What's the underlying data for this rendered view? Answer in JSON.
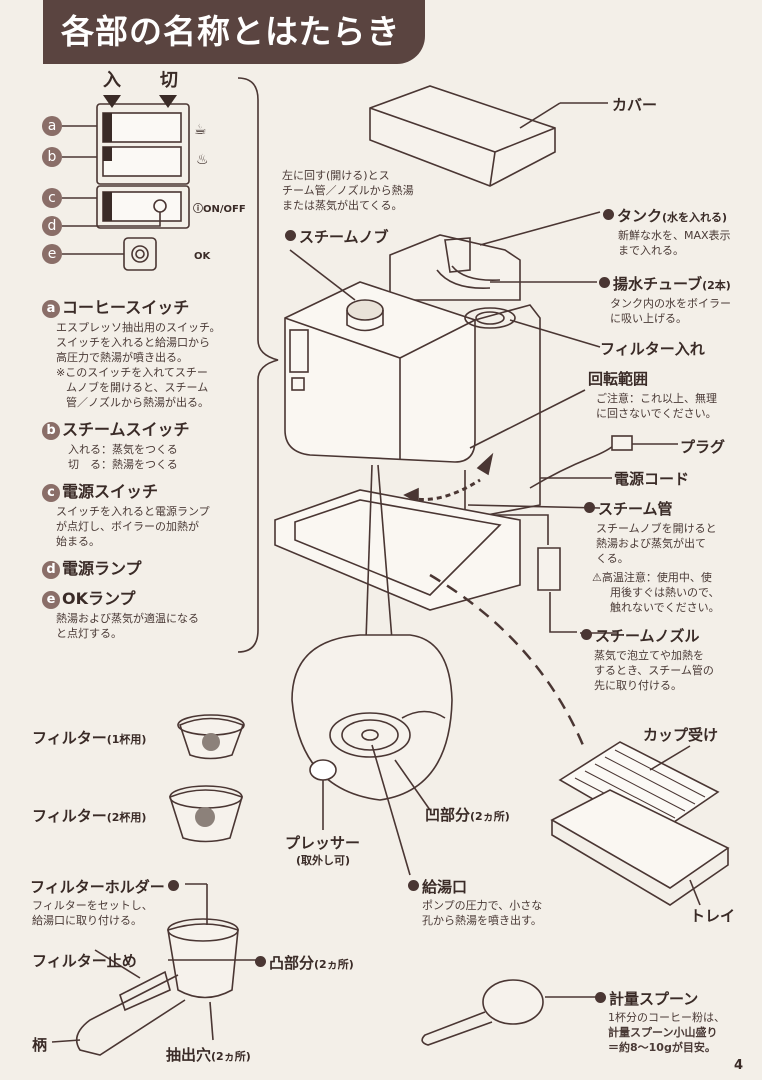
{
  "title": "各部の名称とはたらき",
  "switch_panel": {
    "on_label": "入",
    "off_label": "切",
    "letters": [
      "a",
      "b",
      "c",
      "d",
      "e"
    ],
    "power_label": "ON/OFF",
    "ok_label": "OK"
  },
  "legend": [
    {
      "letter": "a",
      "title": "コーヒースイッチ",
      "lines": [
        "エスプレッソ抽出用のスイッチ。",
        "スイッチを入れると給湯口から",
        "高圧力で熱湯が噴き出る。",
        "※このスイッチを入れてスチー",
        "ムノブを開けると、スチーム",
        "管／ノズルから熱湯が出る。"
      ]
    },
    {
      "letter": "b",
      "title": "スチームスイッチ",
      "lines": [
        "入れる：蒸気をつくる",
        "切　る：熱湯をつくる"
      ]
    },
    {
      "letter": "c",
      "title": "電源スイッチ",
      "lines": [
        "スイッチを入れると電源ランプ",
        "が点灯し、ボイラーの加熱が",
        "始まる。"
      ]
    },
    {
      "letter": "d",
      "title": "電源ランプ",
      "lines": []
    },
    {
      "letter": "e",
      "title": "OKランプ",
      "lines": [
        "熱湯および蒸気が適温になる",
        "と点灯する。"
      ]
    }
  ],
  "labels": {
    "cover": "カバー",
    "steam_knob_note": [
      "左に回す(開ける)とス",
      "チーム管／ノズルから熱湯",
      "または蒸気が出てくる。"
    ],
    "steam_knob": "スチームノブ",
    "tank": "タンク",
    "tank_sub": "(水を入れる)",
    "tank_note": [
      "新鮮な水を、MAX表示",
      "まで入れる。"
    ],
    "tube": "揚水チューブ",
    "tube_sub": "(2本)",
    "tube_note": [
      "タンク内の水をボイラー",
      "に吸い上げる。"
    ],
    "filter_in": "フィルター入れ",
    "rotation": "回転範囲",
    "rotation_note": [
      "ご注意：これ以上、無理",
      "に回さないでください。"
    ],
    "plug": "プラグ",
    "cord": "電源コード",
    "steam_pipe": "スチーム管",
    "steam_pipe_note": [
      "スチームノブを開けると",
      "熱湯および蒸気が出て",
      "くる。"
    ],
    "caution": [
      "⚠高温注意：使用中、使",
      "用後すぐは熱いので、",
      "触れないでください。"
    ],
    "nozzle": "スチームノズル",
    "nozzle_note": [
      "蒸気で泡立てや加熱を",
      "するとき、スチーム管の",
      "先に取り付ける。"
    ],
    "filter1": "フィルター",
    "filter1_sub": "(1杯用)",
    "filter2": "フィルター",
    "filter2_sub": "(2杯用)",
    "cup_rest": "カップ受け",
    "dent": "凹部分",
    "dent_sub": "(2ヵ所)",
    "presser": "プレッサー",
    "presser_sub": "(取外し可)",
    "outlet": "給湯口",
    "outlet_note": [
      "ポンプの圧力で、小さな",
      "孔から熱湯を噴き出す。"
    ],
    "tray": "トレイ",
    "holder": "フィルターホルダー",
    "holder_note": [
      "フィルターをセットし、",
      "給湯口に取り付ける。"
    ],
    "bump": "凸部分",
    "bump_sub": "(2ヵ所)",
    "filter_stop": "フィルター止め",
    "handle": "柄",
    "spout": "抽出穴",
    "spout_sub": "(2ヵ所)",
    "spoon": "計量スプーン",
    "spoon_note": [
      "1杯分のコーヒー粉は、",
      "計量スプーン小山盛り",
      "＝約8～10gが目安。"
    ]
  },
  "page_number": "4"
}
